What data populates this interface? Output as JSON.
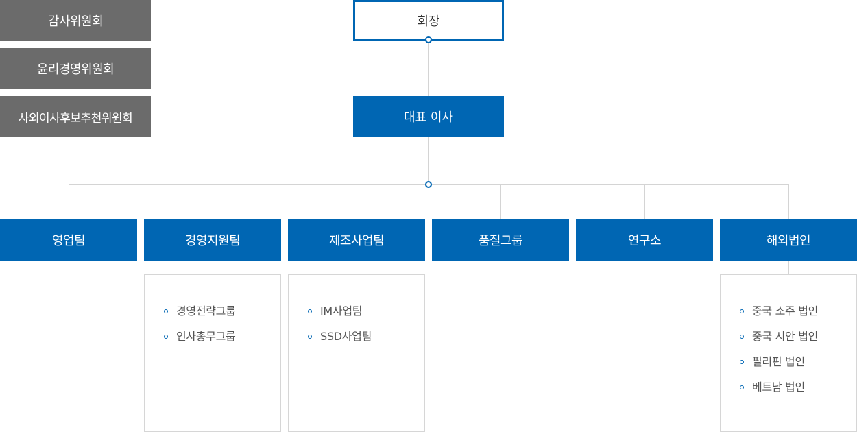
{
  "committees": [
    {
      "label": "감사위원회"
    },
    {
      "label": "윤리경영위원회"
    },
    {
      "label": "사외이사후보추천위원회"
    }
  ],
  "ceo": {
    "label": "회장"
  },
  "representative": {
    "label": "대표 이사"
  },
  "departments": [
    {
      "label": "영업팀",
      "subs": []
    },
    {
      "label": "경영지원팀",
      "subs": [
        "경영전략그룹",
        "인사총무그룹"
      ]
    },
    {
      "label": "제조사업팀",
      "subs": [
        "IM사업팀",
        "SSD사업팀"
      ]
    },
    {
      "label": "품질그룹",
      "subs": []
    },
    {
      "label": "연구소",
      "subs": []
    },
    {
      "label": "해외법인",
      "subs": [
        "중국 소주 법인",
        "중국 시안 법인",
        "필리핀 법인",
        "베트남 법인"
      ]
    }
  ],
  "colors": {
    "primary": "#0066b3",
    "committee": "#6b6b6b",
    "line": "#d4d4d4"
  }
}
